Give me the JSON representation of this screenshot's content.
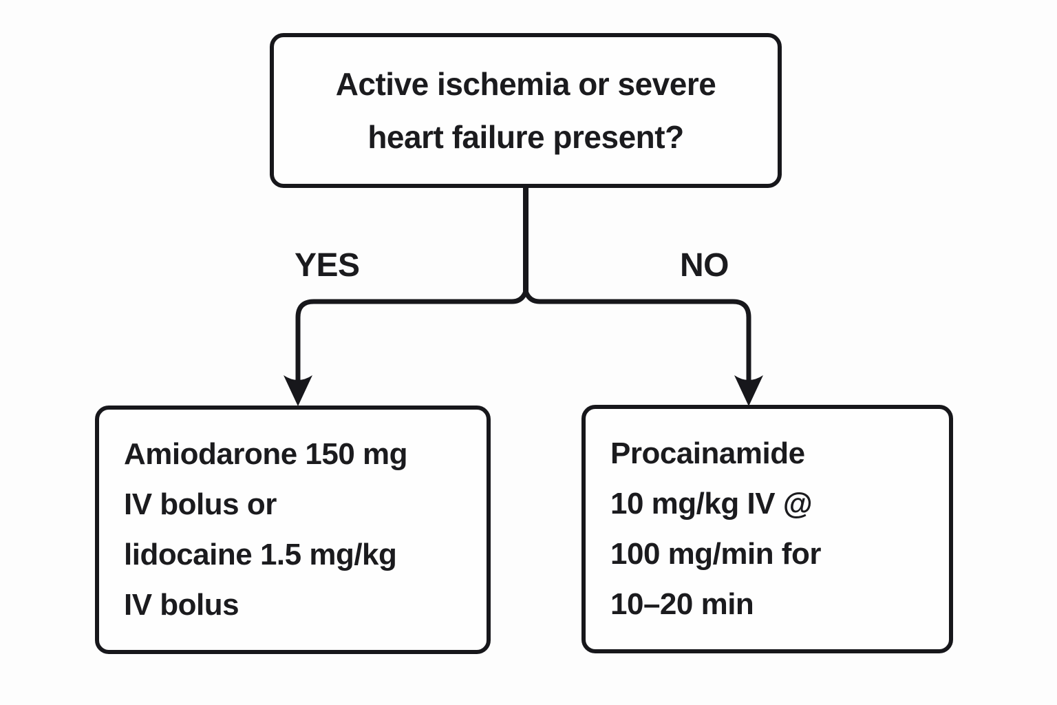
{
  "flowchart": {
    "decision": {
      "line1": "Active ischemia or severe",
      "line2": "heart failure present?"
    },
    "branches": {
      "yes_label": "YES",
      "no_label": "NO"
    },
    "outcomes": {
      "yes": {
        "lines": [
          "Amiodarone 150 mg",
          "IV bolus or",
          "lidocaine 1.5 mg/kg",
          "IV bolus"
        ]
      },
      "no": {
        "lines": [
          "Procainamide",
          "10 mg/kg IV @",
          "100 mg/min for",
          "10–20 min"
        ]
      }
    },
    "colors": {
      "stroke": "#17171b",
      "text": "#1b1b1e",
      "background": "#fdfdfd",
      "box_fill": "#fefefe"
    }
  }
}
